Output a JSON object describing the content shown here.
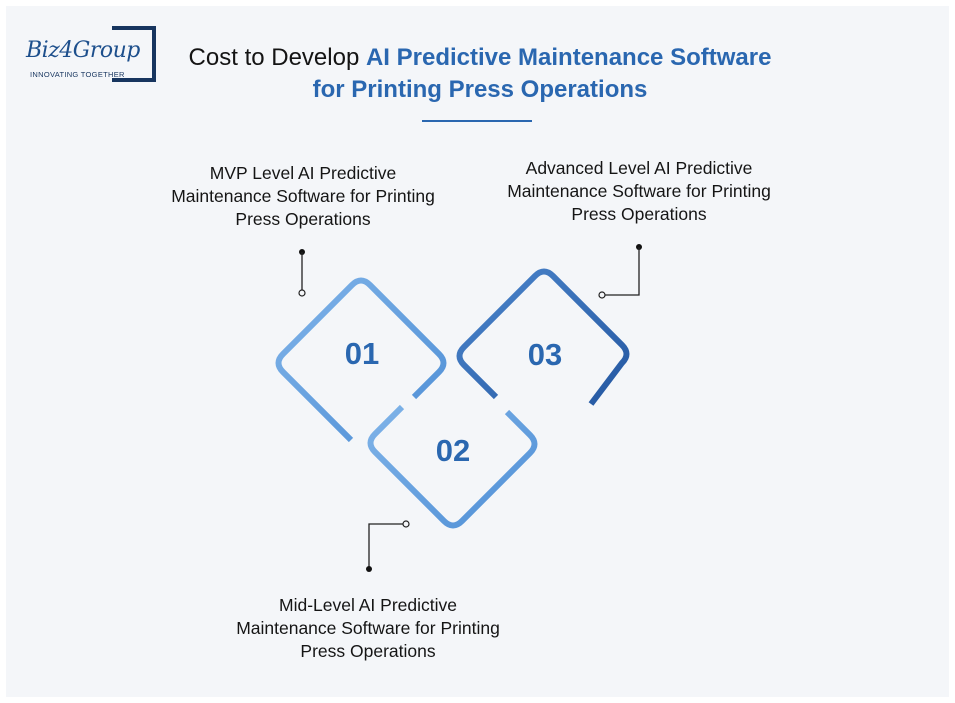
{
  "logo": {
    "wordmark": "Biz4Group",
    "tagline": "INNOVATING TOGETHER"
  },
  "title": {
    "plain": "Cost to Develop ",
    "accent": "AI Predictive Maintenance Software for Printing Press Operations"
  },
  "levels": [
    {
      "number": "01",
      "label": "MVP Level AI Predictive Maintenance Software for Printing Press Operations"
    },
    {
      "number": "02",
      "label": "Mid-Level AI Predictive Maintenance Software for Printing Press Operations"
    },
    {
      "number": "03",
      "label": "Advanced Level AI Predictive Maintenance Software for Printing Press Operations"
    }
  ],
  "colors": {
    "accent": "#2a67b0",
    "diamond_light": "#6aa3de",
    "diamond_dark": "#2f64ad",
    "background": "#f4f6f9",
    "text": "#151515"
  }
}
